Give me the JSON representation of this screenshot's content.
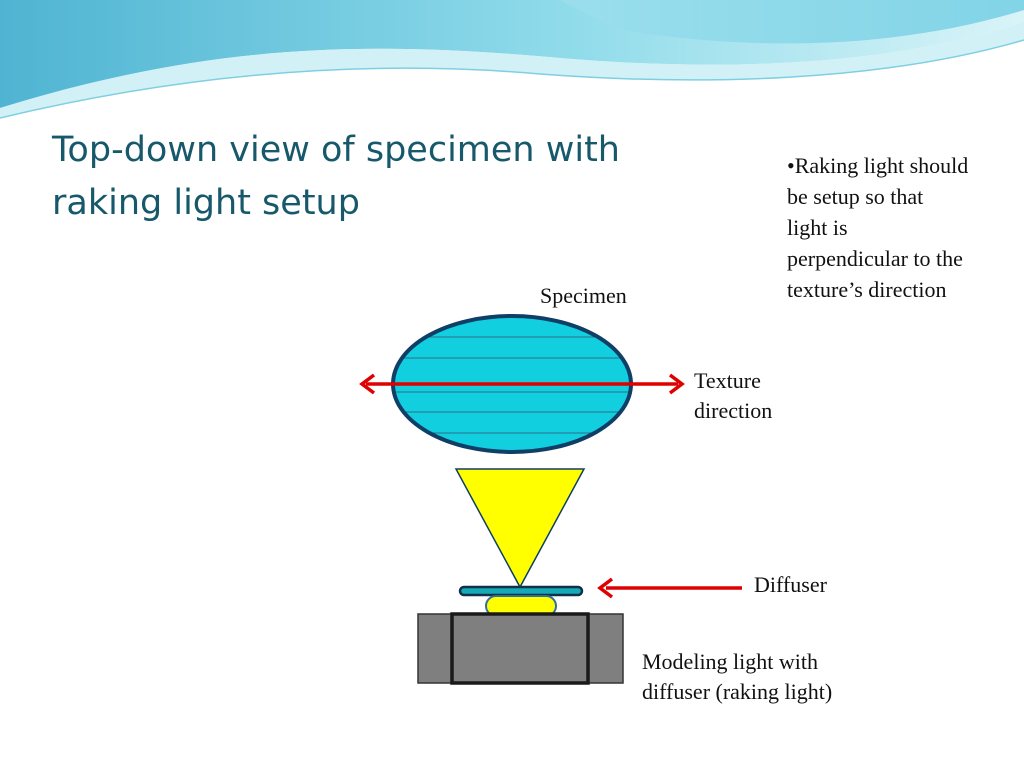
{
  "slide": {
    "title_lines": [
      "Top-down view of specimen with",
      "raking light setup"
    ],
    "note_lines": [
      "•Raking light should",
      "be setup so that",
      "light is",
      "perpendicular to the",
      "texture’s direction"
    ]
  },
  "diagram": {
    "specimen_label": "Specimen",
    "texture_label_lines": [
      "Texture",
      "direction"
    ],
    "diffuser_label": "Diffuser",
    "light_label_lines": [
      "Modeling light with",
      "diffuser (raking light)"
    ]
  },
  "colors": {
    "title": "#17596b",
    "specimen_fill": "#12cfe0",
    "specimen_outline": "#0f3f66",
    "arrow": "#e00000",
    "light_beam": "#ffff00",
    "lamp_body": "#7f7f7f",
    "wave_header": "#5ec8e0"
  }
}
